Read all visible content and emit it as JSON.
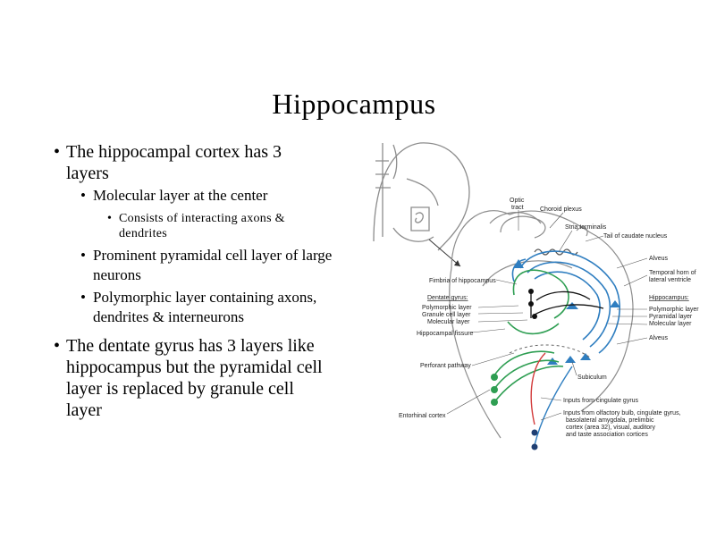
{
  "slide": {
    "title": "Hippocampus",
    "bullets": {
      "b1": "The hippocampal cortex has 3 layers",
      "b1_1": "Molecular layer at the center",
      "b1_1_1": "Consists of interacting axons & dendrites",
      "b1_2": "Prominent pyramidal cell layer of large neurons",
      "b1_3": "Polymorphic layer containing axons, dendrites & interneurons",
      "b2": "The dentate gyrus has 3 layers like hippocampus but the pyramidal cell layer is replaced by granule cell layer"
    },
    "bullet_glyph": "•"
  },
  "figure": {
    "labels": {
      "optic_tract": "Optic tract",
      "optic": "Optic",
      "tract": "tract",
      "choroid_plexus": "Choroid plexus",
      "stria_terminalis": "Stria terminalis",
      "tail_caudate": "Tail of caudate nucleus",
      "alveus_top": "Alveus",
      "temporal_horn_1": "Temporal horn of",
      "temporal_horn_2": "lateral ventricle",
      "fimbria": "Fimbria of hippocampus",
      "dentate_gyrus": "Dentate gyrus:",
      "polymorphic": "Polymorphic layer",
      "granule": "Granule cell layer",
      "molecular": "Molecular layer",
      "hippocampal_fissure": "Hippocampal fissure",
      "hippocampus_hdr": "Hippocampus:",
      "h_polymorphic": "Polymorphic layer",
      "h_pyramidal": "Pyramidal layer",
      "h_molecular": "Molecular layer",
      "alveus_bottom": "Alveus",
      "perforant": "Perforant pathway",
      "subiculum": "Subiculum",
      "inputs_cingulate": "Inputs from cingulate gyrus",
      "inputs_olf_1": "Inputs from olfactory bulb, cingulate gyrus,",
      "inputs_olf_2": "basolateral amygdala, prelimbic",
      "inputs_olf_3": "cortex (area 32), visual, auditory",
      "inputs_olf_4": "and taste association cortices",
      "entorhinal": "Entorhinal cortex"
    },
    "colors": {
      "green": "#2e9e52",
      "blue": "#2f7ec0",
      "dark_blue": "#1f3f73",
      "red": "#d23a3a",
      "outline": "#8c8c8c",
      "black": "#111111"
    }
  }
}
